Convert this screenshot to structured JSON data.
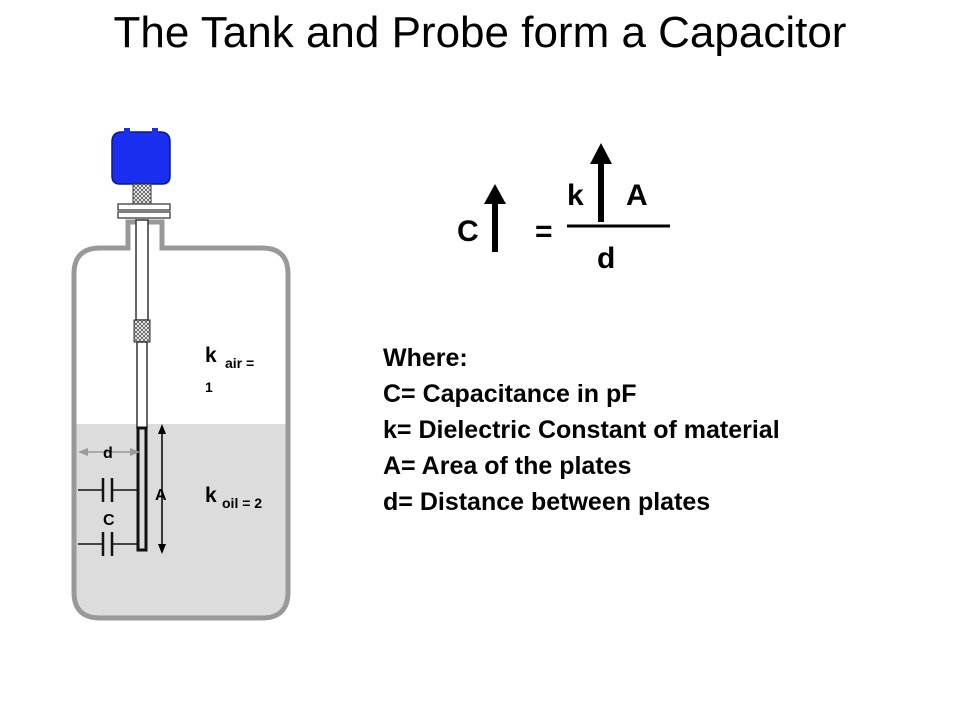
{
  "title": "The Tank and Probe form a Capacitor",
  "formula": {
    "lhs": "C",
    "equals": "=",
    "numerator_k": "k",
    "numerator_A": "A",
    "denominator": "d"
  },
  "definitions": {
    "heading": "Where:",
    "items": [
      "C= Capacitance in pF",
      "k= Dielectric Constant of material",
      "A= Area of the plates",
      "d= Distance between plates"
    ]
  },
  "tank": {
    "k_air_label": "k",
    "k_air_sub": "air =",
    "k_air_value": "1",
    "k_oil_label": "k",
    "k_oil_sub": "oil = 2",
    "d_label": "d",
    "A_label": "A",
    "C_label": "C"
  },
  "colors": {
    "probe_head": "#1a2ef0",
    "oil": "#dcdcdc",
    "tank_outline": "#999999"
  }
}
